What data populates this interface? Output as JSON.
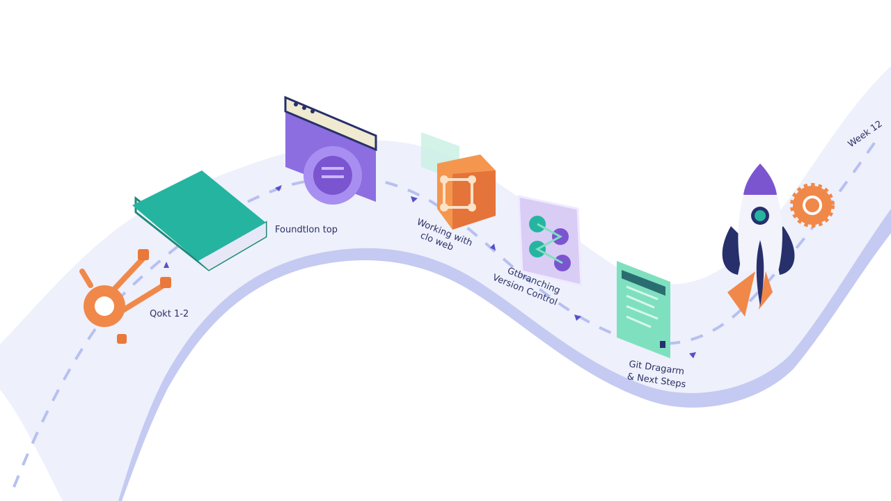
{
  "milestones": [
    {
      "label": "Qokt 1-2",
      "icon": "gear-nodes-icon"
    },
    {
      "label": "Foundtlon top",
      "icon": "book-icon"
    },
    {
      "label": "",
      "icon": "browser-gear-icon"
    },
    {
      "label_line1": "Working with",
      "label_line2": "clo web",
      "icon": "nodes-box-icon"
    },
    {
      "label_line1": "Gtbranching",
      "label_line2": "Version Control",
      "icon": "branch-diagram-icon"
    },
    {
      "label_line1": "Git Dragarm",
      "label_line2": "& Next Steps",
      "icon": "document-panel-icon"
    },
    {
      "label": "",
      "icon": "rocket-icon"
    },
    {
      "label": "",
      "icon": "gear-icon"
    }
  ],
  "end_label": "Week 12",
  "colors": {
    "road": "#eef0fb",
    "road_edge": "#c4caf1",
    "teal": "#25b4a0",
    "purple": "#7b55d0",
    "orange": "#f0884a",
    "navy": "#27306b",
    "mint": "#7fe0c0"
  }
}
